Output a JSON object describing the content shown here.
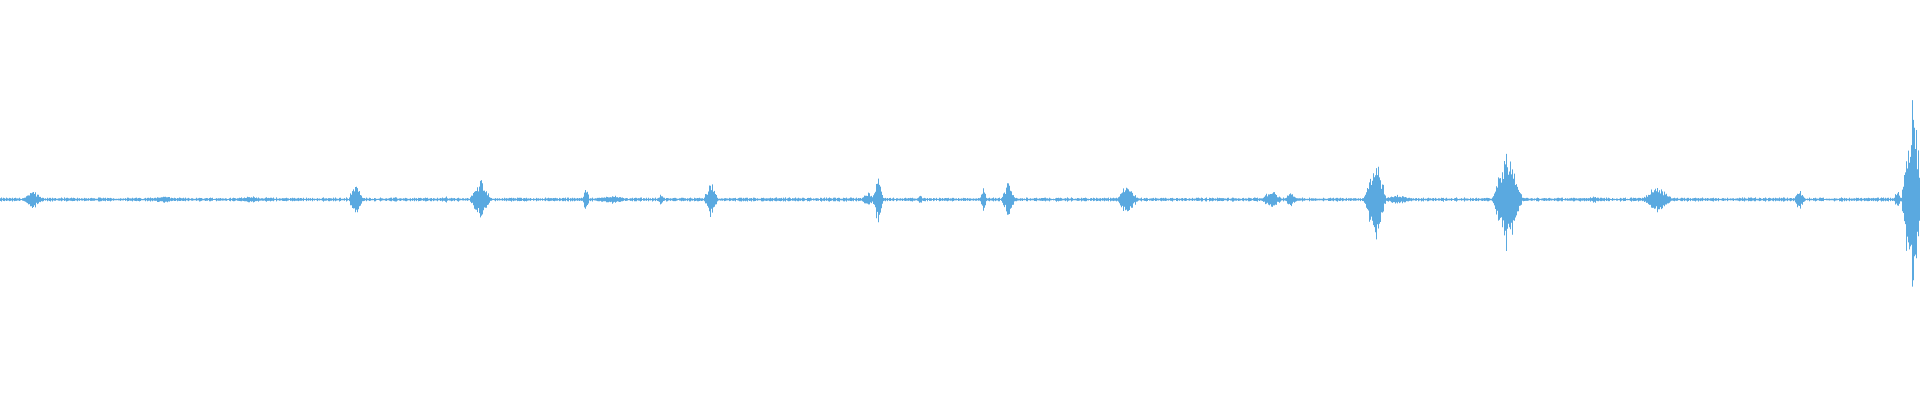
{
  "waveform": {
    "color": "#5aa9e0",
    "background": "#ffffff",
    "baseline_amplitude": 0.012,
    "bursts": [
      {
        "t": 0.017,
        "amp": 0.08,
        "len": 0.006
      },
      {
        "t": 0.085,
        "amp": 0.03,
        "len": 0.01
      },
      {
        "t": 0.13,
        "amp": 0.03,
        "len": 0.012
      },
      {
        "t": 0.185,
        "amp": 0.16,
        "len": 0.004
      },
      {
        "t": 0.232,
        "amp": 0.03,
        "len": 0.002
      },
      {
        "t": 0.25,
        "amp": 0.18,
        "len": 0.006
      },
      {
        "t": 0.305,
        "amp": 0.12,
        "len": 0.002
      },
      {
        "t": 0.318,
        "amp": 0.04,
        "len": 0.01
      },
      {
        "t": 0.344,
        "amp": 0.05,
        "len": 0.002
      },
      {
        "t": 0.37,
        "amp": 0.16,
        "len": 0.004
      },
      {
        "t": 0.452,
        "amp": 0.08,
        "len": 0.004
      },
      {
        "t": 0.457,
        "amp": 0.24,
        "len": 0.003
      },
      {
        "t": 0.479,
        "amp": 0.04,
        "len": 0.002
      },
      {
        "t": 0.512,
        "amp": 0.1,
        "len": 0.002
      },
      {
        "t": 0.525,
        "amp": 0.16,
        "len": 0.004
      },
      {
        "t": 0.587,
        "amp": 0.14,
        "len": 0.006
      },
      {
        "t": 0.662,
        "amp": 0.09,
        "len": 0.006
      },
      {
        "t": 0.672,
        "amp": 0.06,
        "len": 0.004
      },
      {
        "t": 0.716,
        "amp": 0.42,
        "len": 0.006
      },
      {
        "t": 0.728,
        "amp": 0.04,
        "len": 0.01
      },
      {
        "t": 0.785,
        "amp": 0.48,
        "len": 0.008
      },
      {
        "t": 0.83,
        "amp": 0.03,
        "len": 0.006
      },
      {
        "t": 0.863,
        "amp": 0.14,
        "len": 0.008
      },
      {
        "t": 0.937,
        "amp": 0.1,
        "len": 0.003
      },
      {
        "t": 0.988,
        "amp": 0.09,
        "len": 0.002
      },
      {
        "t": 0.996,
        "amp": 0.9,
        "len": 0.006
      }
    ]
  }
}
